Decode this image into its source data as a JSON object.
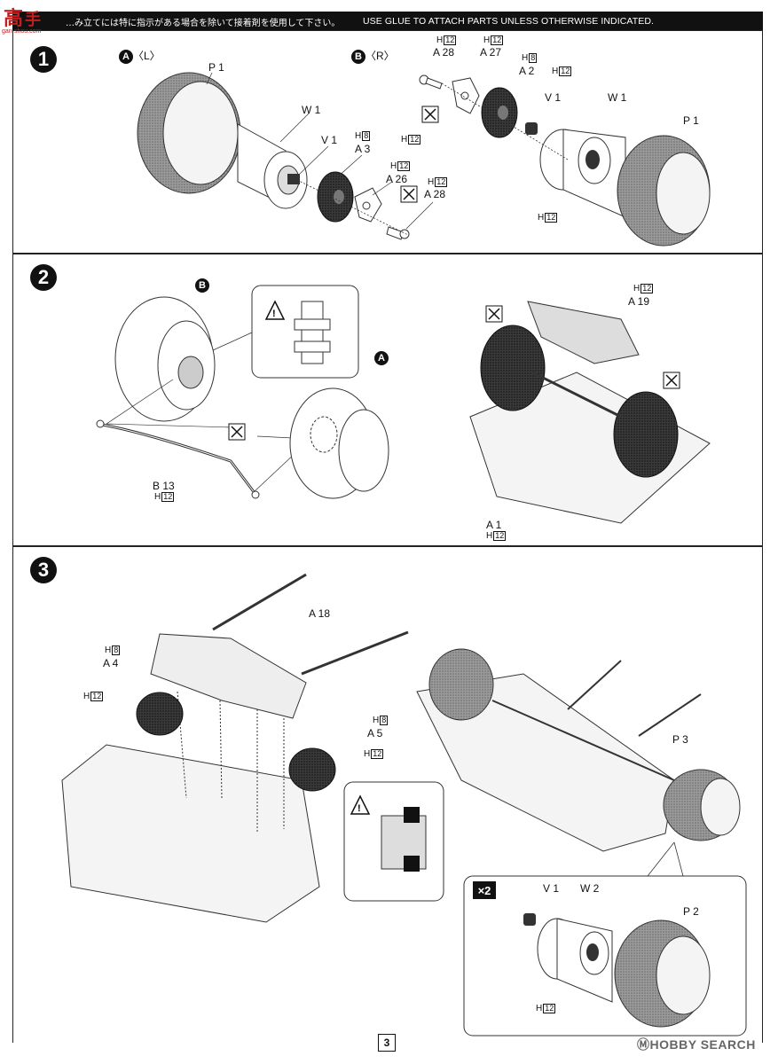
{
  "header": {
    "notice_jp": "…み立てには特に指示がある場合を除いて接着剤を使用して下さい。",
    "notice_en": "USE GLUE TO ATTACH PARTS UNLESS OTHERWISE INDICATED.",
    "logo_text": "高",
    "logo_sub": "gan-shou.com"
  },
  "steps": [
    {
      "number": "1",
      "side_a": "〈L〉",
      "side_b": "〈R〉",
      "marker_a": "A",
      "marker_b": "B",
      "labels": {
        "p1_left": "P 1",
        "w1_left": "W 1",
        "v1_left": "V 1",
        "a3": "A 3",
        "a3_h": "H",
        "a3_hn": "8",
        "a26": "A 26",
        "a26_h": "H",
        "a26_hn": "12",
        "a28_left": "A 28",
        "a28_left_h": "H",
        "a28_left_hn": "12",
        "v1_left_h_hn": "12",
        "a28_right": "A 28",
        "a28_right_h": "H",
        "a28_right_hn": "12",
        "a27": "A 27",
        "a27_h": "H",
        "a27_hn": "12",
        "a2": "A 2",
        "a2_h": "H",
        "a2_hn": "8",
        "a2_h2": "H",
        "a2_h2n": "12",
        "v1_right": "V 1",
        "w1_right": "W 1",
        "p1_right": "P 1",
        "w1_right_h": "H",
        "w1_right_hn": "12"
      }
    },
    {
      "number": "2",
      "marker_b": "B",
      "marker_a": "A",
      "labels": {
        "b13": "B 13",
        "b13_h": "H",
        "b13_hn": "12",
        "a19": "A 19",
        "a19_h": "H",
        "a19_hn": "12",
        "a1": "A 1",
        "a1_h": "H",
        "a1_hn": "12"
      },
      "warning_icon": "warning-triangle-icon"
    },
    {
      "number": "3",
      "labels": {
        "a18": "A 18",
        "a4": "A 4",
        "a4_h": "H",
        "a4_hn": "8",
        "a4_h2": "H",
        "a4_h2n": "12",
        "a5": "A 5",
        "a5_h": "H",
        "a5_hn": "8",
        "a5_h2": "H",
        "a5_h2n": "12",
        "p3": "P 3",
        "v1": "V 1",
        "w2": "W 2",
        "p2": "P 2",
        "w2_h": "H",
        "w2_hn": "12"
      },
      "multiplier": "×2"
    }
  ],
  "footer": {
    "page_number": "3",
    "watermark": "ⓂHOBBY SEARCH"
  }
}
